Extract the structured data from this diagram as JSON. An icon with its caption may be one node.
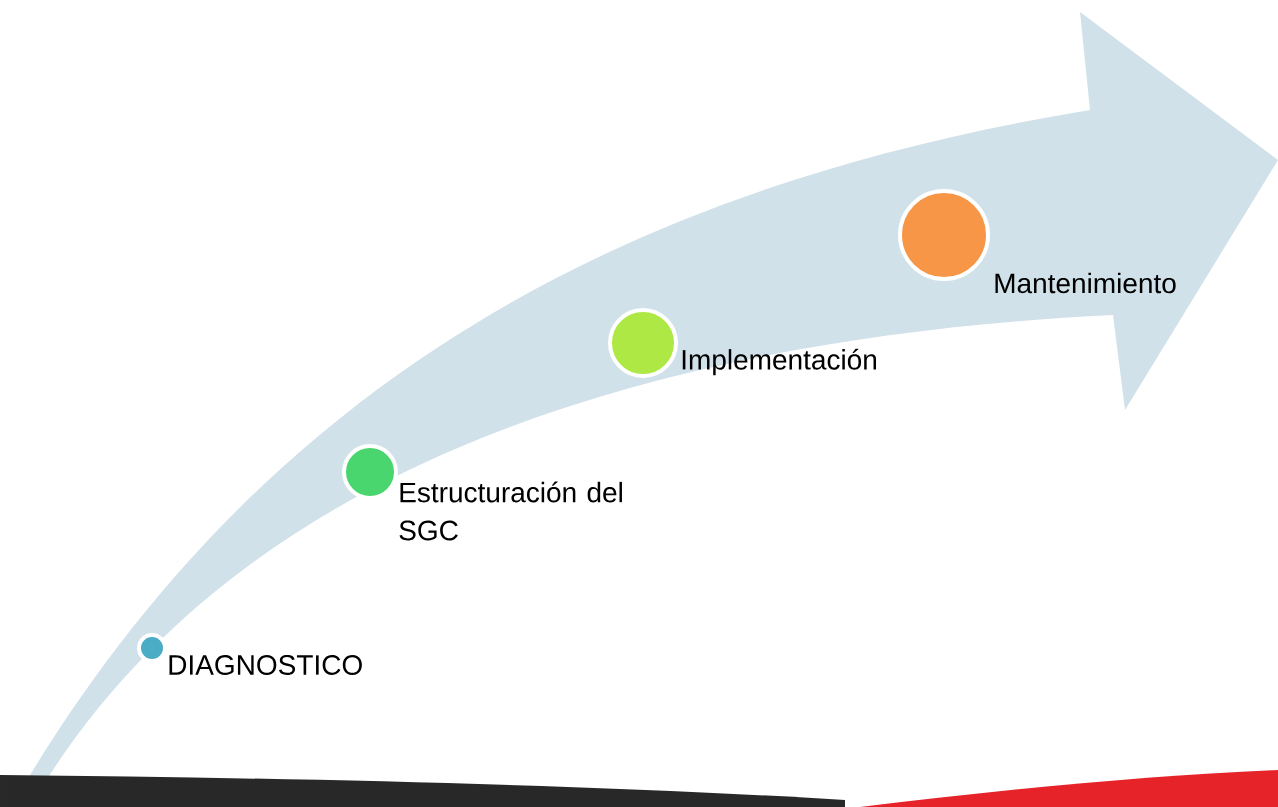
{
  "diagram": {
    "nodes": [
      {
        "text": [],
        "shape": "circle",
        "beside": [
          "DIAGNOSTICO"
        ]
      },
      {
        "text": [],
        "shape": "circle",
        "beside": [
          "Estructuración del SGC"
        ]
      },
      {
        "text": [],
        "shape": "circle",
        "beside": [
          "Implementación"
        ]
      },
      {
        "text": [],
        "shape": "circle",
        "beside": [
          "Mantenimiento"
        ]
      }
    ]
  }
}
